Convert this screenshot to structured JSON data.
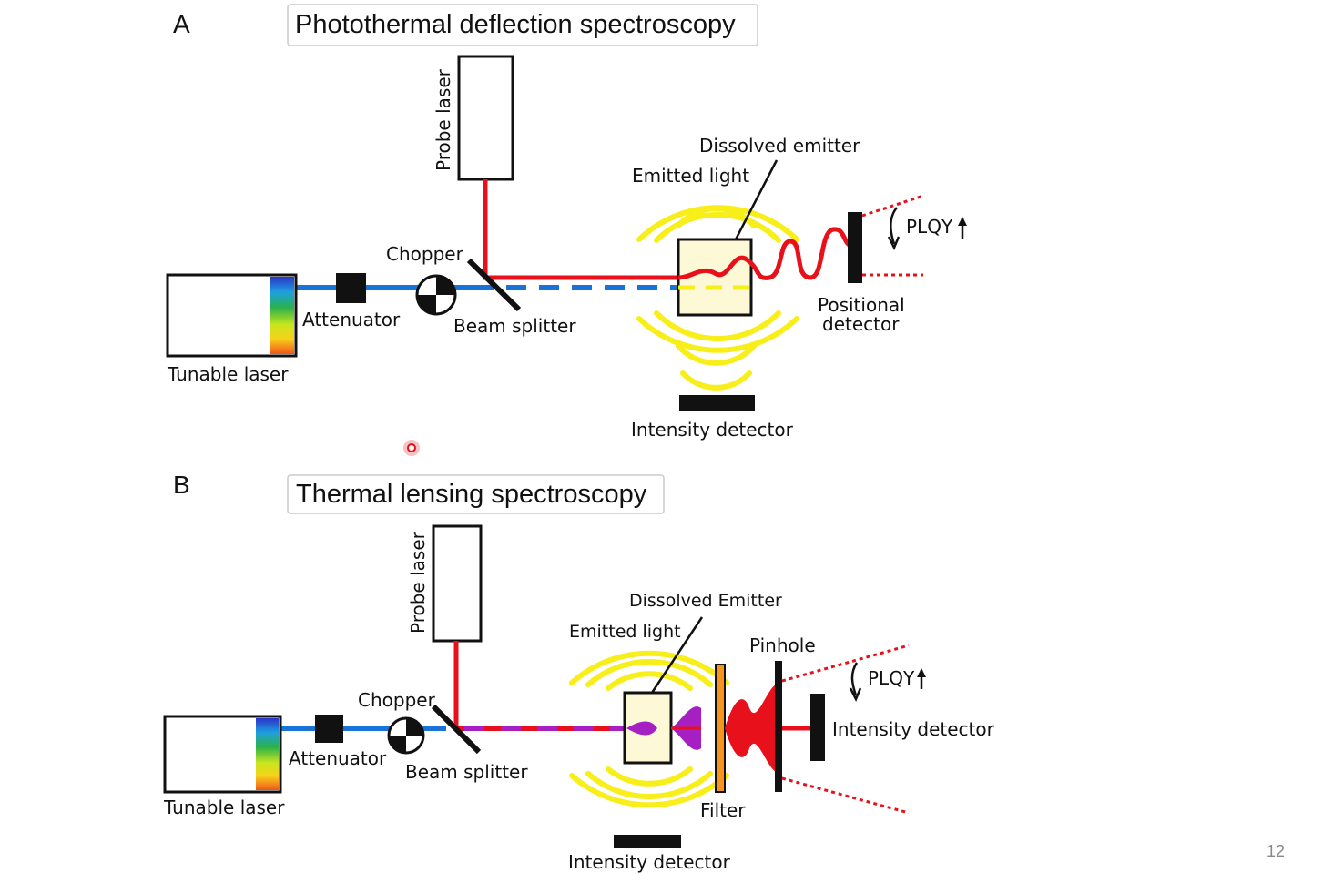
{
  "slide_number": "12",
  "colors": {
    "probe_beam": "#e8101a",
    "pump_beam": "#1a73d6",
    "emitted_light": "#f7ee1a",
    "sample_fill": "#fdf8d6",
    "purple_beam": "#a51fc2",
    "filter": "#f7941d",
    "pointer_dot": "#e8101a"
  },
  "panel_a": {
    "letter": "A",
    "title": "Photothermal deflection spectroscopy",
    "labels": {
      "probe_laser": "Probe laser",
      "dissolved_emitter": "Dissolved emitter",
      "emitted_light": "Emitted light",
      "chopper": "Chopper",
      "attenuator": "Attenuator",
      "beam_splitter": "Beam splitter",
      "tunable_laser": "Tunable laser",
      "positional_detector_1": "Positional",
      "positional_detector_2": "detector",
      "plqy": "PLQY",
      "intensity_detector": "Intensity detector"
    }
  },
  "panel_b": {
    "letter": "B",
    "title": "Thermal lensing spectroscopy",
    "labels": {
      "probe_laser": "Probe laser",
      "dissolved_emitter": "Dissolved Emitter",
      "emitted_light": "Emitted light",
      "pinhole": "Pinhole",
      "plqy": "PLQY",
      "chopper": "Chopper",
      "attenuator": "Attenuator",
      "beam_splitter": "Beam splitter",
      "tunable_laser": "Tunable laser",
      "intensity_detector_right": "Intensity detector",
      "filter": "Filter",
      "intensity_detector_bottom": "Intensity detector"
    }
  }
}
